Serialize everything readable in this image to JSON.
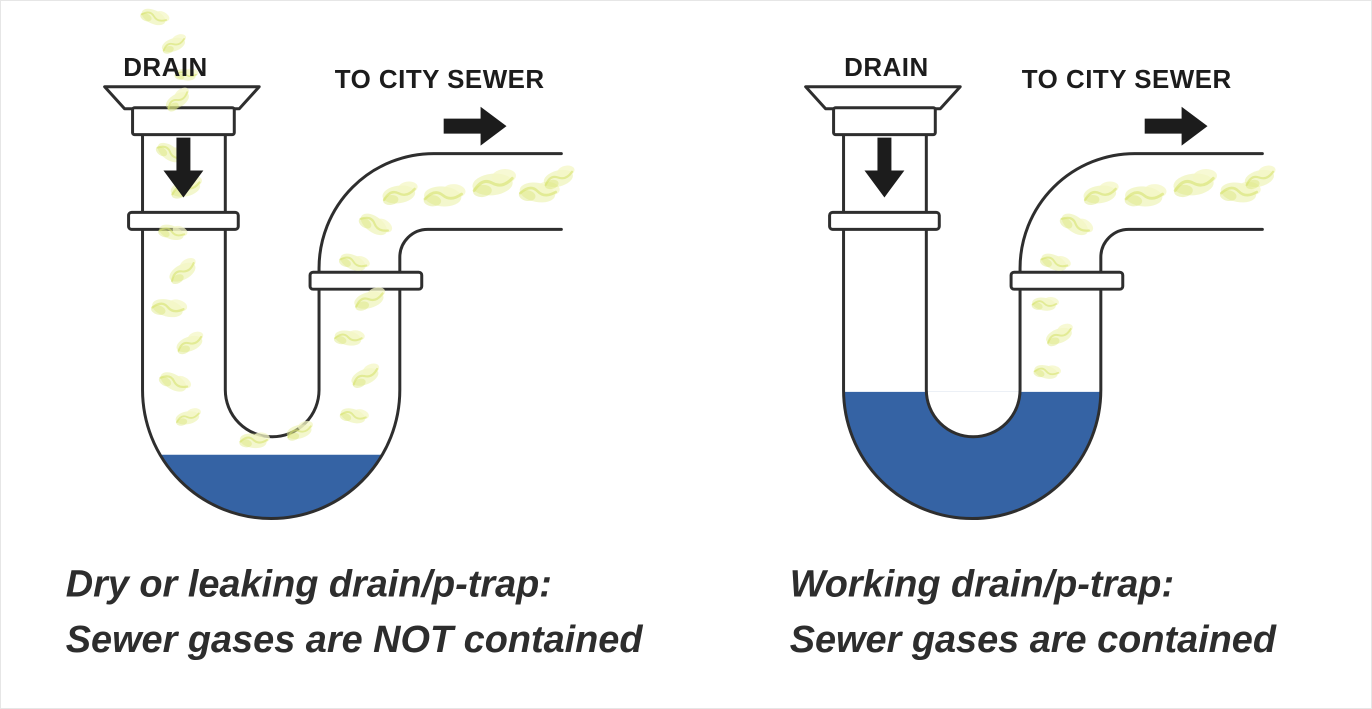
{
  "colors": {
    "background": "#ffffff",
    "outline": "#2e2e2e",
    "water_blue": "#3563a4",
    "gas_light": "#f4f7c6",
    "gas_mid": "#e7ef9b",
    "gas_dark": "#d7e370",
    "label_ink": "#1c1c1c",
    "caption_ink": "#2d2d2d"
  },
  "icons": {
    "flow_into_drain": "down-arrow",
    "flow_to_sewer": "right-arrow"
  },
  "left_diagram": {
    "drain_label": "DRAIN",
    "sewer_label": "TO CITY SEWER",
    "caption_line1": "Dry or leaking drain/p-trap:",
    "caption_line2": "Sewer gases are NOT contained",
    "trap_water_level": "low",
    "gas_escaping_from_drain": true
  },
  "right_diagram": {
    "drain_label": "DRAIN",
    "sewer_label": "TO CITY SEWER",
    "caption_line1": "Working drain/p-trap:",
    "caption_line2": "Sewer gases are contained",
    "trap_water_level": "full",
    "gas_escaping_from_drain": false
  }
}
